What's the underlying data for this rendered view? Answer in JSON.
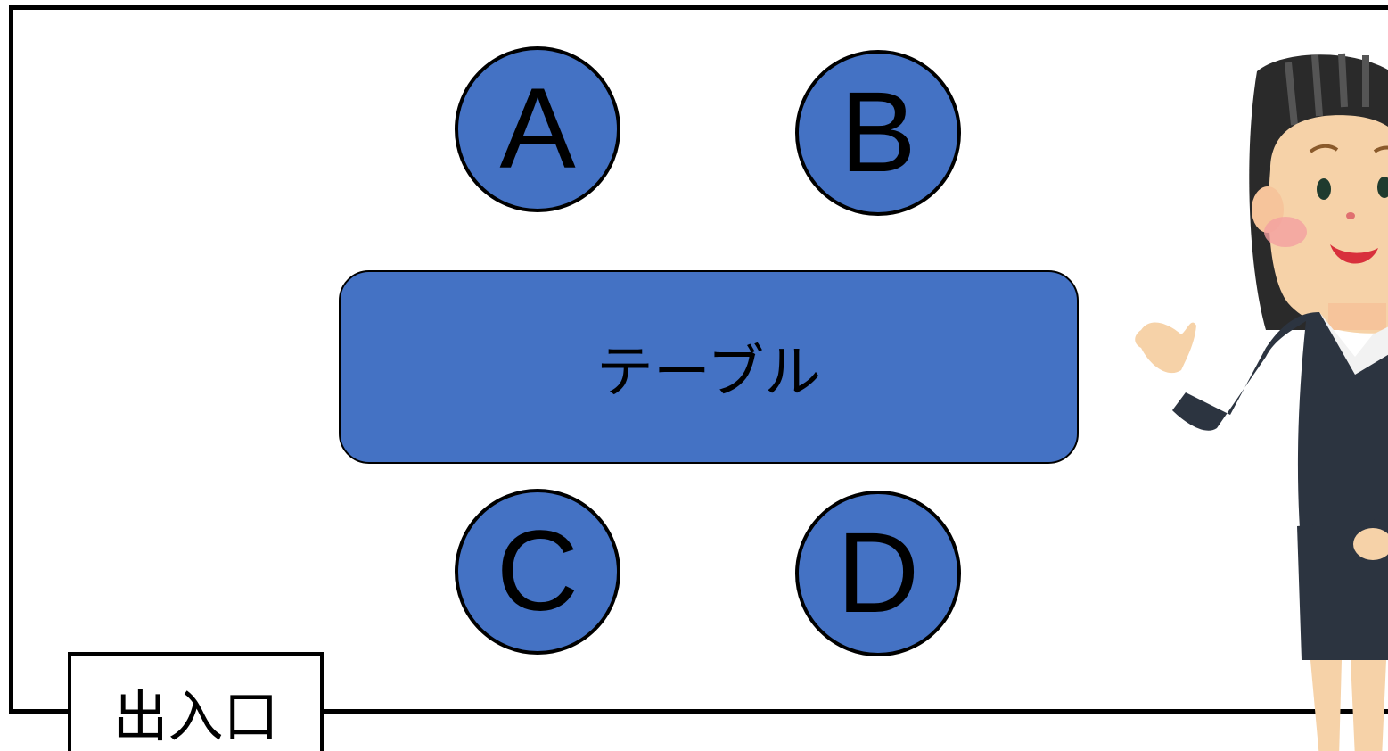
{
  "colors": {
    "seat_fill": "#4472c4",
    "table_fill": "#4472c4",
    "border": "#000000",
    "background": "#ffffff"
  },
  "seats": [
    {
      "label": "A"
    },
    {
      "label": "B"
    },
    {
      "label": "C"
    },
    {
      "label": "D"
    }
  ],
  "table": {
    "label": "テーブル"
  },
  "entrance": {
    "label": "出入口"
  },
  "guide": {
    "icon": "businesswoman-guide-icon"
  }
}
